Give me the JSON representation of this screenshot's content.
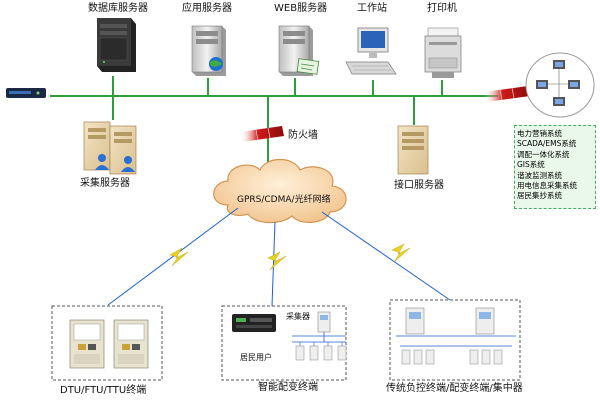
{
  "nodes": {
    "db_server": "数据库服务器",
    "app_server": "应用服务器",
    "web_server": "WEB服务器",
    "workstation": "工作站",
    "printer": "打印机",
    "collect_server": "采集服务器",
    "firewall": "防火墙",
    "interface_server": "接口服务器",
    "network": "GPRS/CDMA/光纤网络",
    "dtu_group": "DTU/FTU/TTU终端",
    "smart_group": "智能配变终端",
    "smart_collector": "采集器",
    "smart_residents": "居民用户",
    "legacy_group": "传统负控终端/配变终端/集中器"
  },
  "systems": [
    "电力营销系统",
    "SCADA/EMS系统",
    "调配一体化系统",
    "GIS系统",
    "谐波监测系统",
    "用电信息采集系统",
    "居民集抄系统"
  ],
  "colors": {
    "bus": "#2e9e3a",
    "link": "#1f5fd1",
    "wireless": "#e9d21c",
    "firewall": "#b01010",
    "cloud_fill": "#f6d4a6",
    "cloud_stroke": "#d39450",
    "dashed_border": "#555555"
  }
}
